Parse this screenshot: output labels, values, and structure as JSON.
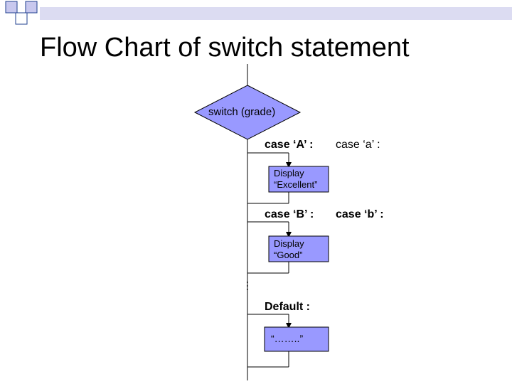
{
  "slide": {
    "title": "Flow Chart of switch statement"
  },
  "diagram": {
    "decision": "switch (grade)",
    "case_a_upper": "case ‘A’ :",
    "case_a_lower": "case  ‘a’ :",
    "box_a_line1": "Display",
    "box_a_line2": "“Excellent”",
    "case_b_upper": "case ‘B’ :",
    "case_b_lower": "case  ‘b’ :",
    "box_b_line1": "Display",
    "box_b_line2": "“Good”",
    "ellipsis": "…",
    "default_label": "Default :",
    "box_default": "“……..”"
  },
  "colors": {
    "shape_fill": "#9999ff",
    "shape_stroke": "#000000",
    "deco_blue": "#1f3f8f",
    "deco_lavender": "#c8c8ee"
  }
}
